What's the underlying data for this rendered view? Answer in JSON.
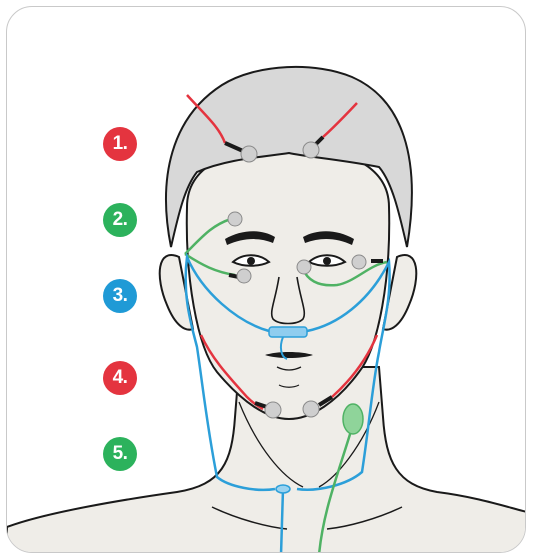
{
  "badges": [
    {
      "label": "1.",
      "color": "#e4343f"
    },
    {
      "label": "2.",
      "color": "#2cb25c"
    },
    {
      "label": "3.",
      "color": "#1f9ad6"
    },
    {
      "label": "4.",
      "color": "#e4343f"
    },
    {
      "label": "5.",
      "color": "#2cb25c"
    }
  ],
  "colors": {
    "skin": "#efede8",
    "hair": "#d8d8d8",
    "outline": "#1a1a1a",
    "wire_red": "#e4343f",
    "wire_green": "#4fb264",
    "wire_blue": "#2c9fd9",
    "electrode": "#cfcfcf",
    "card_border": "#c9c9c9"
  },
  "icons": {
    "electrode": "electrode-icon",
    "nasal_cannula": "nasal-cannula-icon",
    "microphone": "snore-microphone-icon"
  }
}
